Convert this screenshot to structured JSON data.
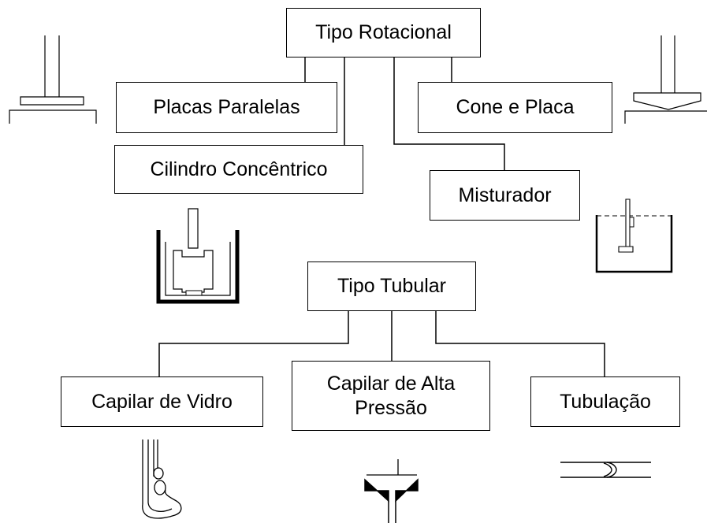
{
  "groups": {
    "rotational": {
      "title": "Tipo Rotacional",
      "children": {
        "parallel_plates": "Placas Paralelas",
        "cone_plate": "Cone e Placa",
        "concentric_cylinder": "Cilindro Concêntrico",
        "mixer": "Misturador"
      }
    },
    "tubular": {
      "title": "Tipo Tubular",
      "children": {
        "glass_capillary": "Capilar de Vidro",
        "high_pressure_capillary_line1": "Capilar de Alta",
        "high_pressure_capillary_line2": "Pressão",
        "pipe": "Tubulação"
      }
    }
  },
  "icons": [
    "parallel-plates-icon",
    "cone-plate-icon",
    "concentric-cylinder-icon",
    "mixer-icon",
    "glass-capillary-icon",
    "high-pressure-capillary-icon",
    "pipe-icon"
  ],
  "colors": {
    "line": "#000000",
    "background": "#ffffff"
  }
}
